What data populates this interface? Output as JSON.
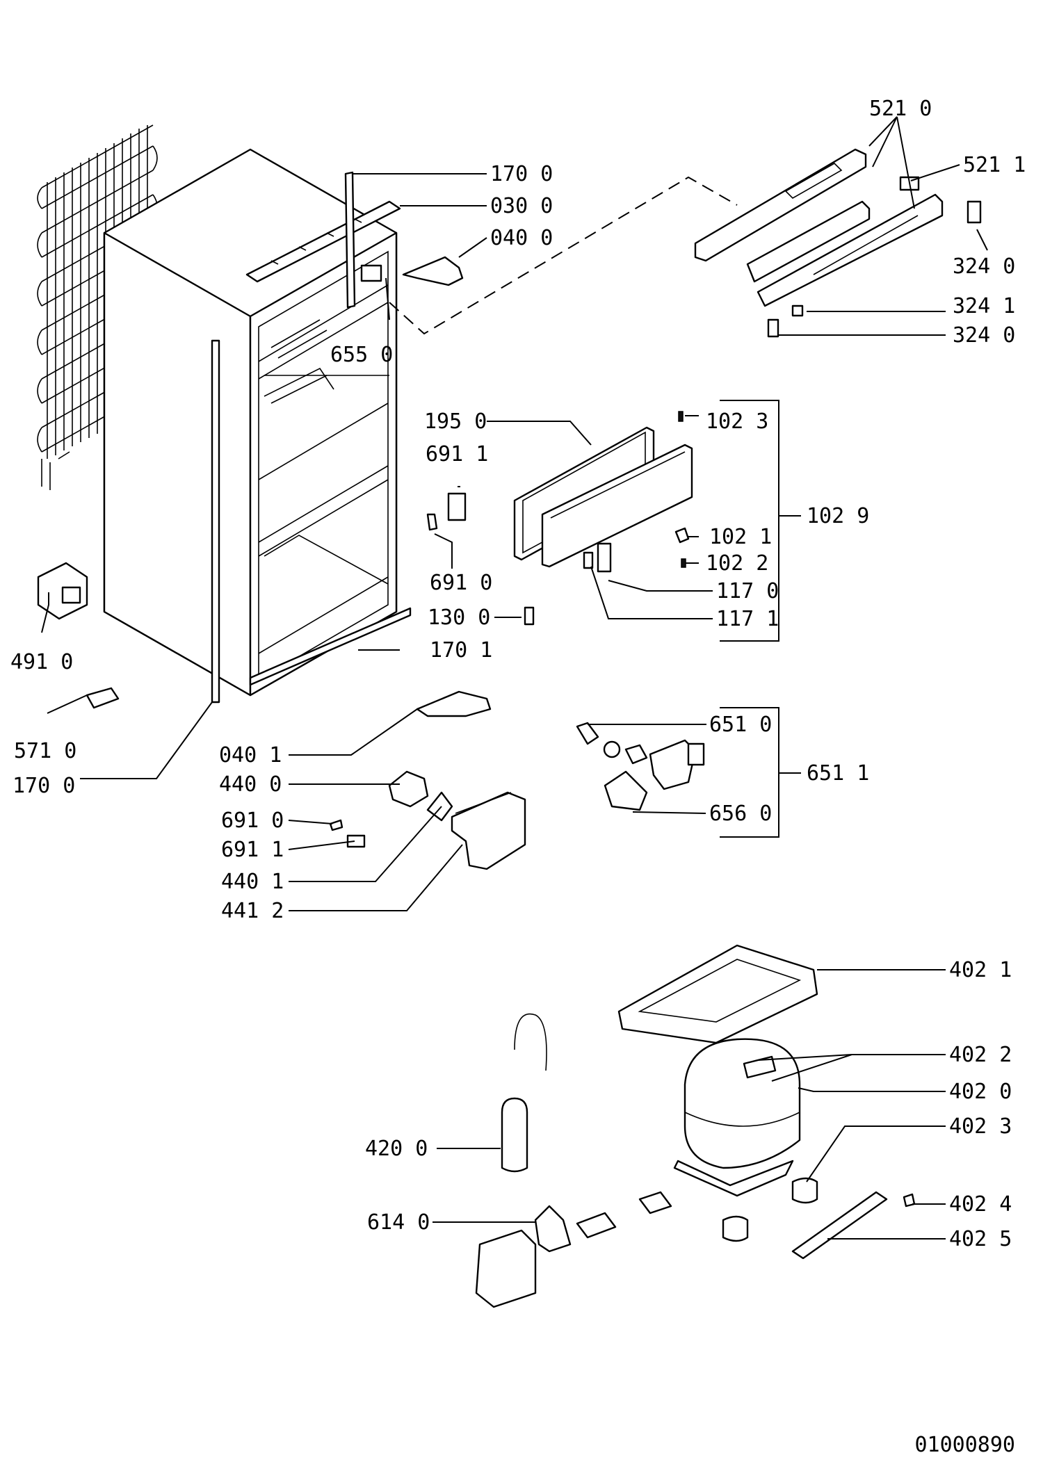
{
  "diagram": {
    "drawing_number": "01000890",
    "labels": [
      {
        "id": "l5210",
        "text": "521  0"
      },
      {
        "id": "l5211",
        "text": "521  1"
      },
      {
        "id": "l1700a",
        "text": "170  0"
      },
      {
        "id": "l0300",
        "text": "030  0"
      },
      {
        "id": "l0400",
        "text": "040  0"
      },
      {
        "id": "l3240a",
        "text": "324  0"
      },
      {
        "id": "l3241",
        "text": "324  1"
      },
      {
        "id": "l3240b",
        "text": "324  0"
      },
      {
        "id": "l6550",
        "text": "655  0"
      },
      {
        "id": "l1950",
        "text": "195  0"
      },
      {
        "id": "l1023",
        "text": "102  3"
      },
      {
        "id": "l6911a",
        "text": "691  1"
      },
      {
        "id": "l1029",
        "text": "102  9"
      },
      {
        "id": "l1021",
        "text": "102  1"
      },
      {
        "id": "l1022",
        "text": "102  2"
      },
      {
        "id": "l6910a",
        "text": "691  0"
      },
      {
        "id": "l1170",
        "text": "117  0"
      },
      {
        "id": "l1300",
        "text": "130  0"
      },
      {
        "id": "l1171",
        "text": "117  1"
      },
      {
        "id": "l4910",
        "text": "491  0"
      },
      {
        "id": "l1701",
        "text": "170  1"
      },
      {
        "id": "l5710",
        "text": "571  0"
      },
      {
        "id": "l1700b",
        "text": "170  0"
      },
      {
        "id": "l0401",
        "text": "040  1"
      },
      {
        "id": "l6510",
        "text": "651  0"
      },
      {
        "id": "l6511",
        "text": "651  1"
      },
      {
        "id": "l4400",
        "text": "440  0"
      },
      {
        "id": "l6560",
        "text": "656  0"
      },
      {
        "id": "l6910b",
        "text": "691  0"
      },
      {
        "id": "l6911b",
        "text": "691  1"
      },
      {
        "id": "l4401",
        "text": "440  1"
      },
      {
        "id": "l4412",
        "text": "441  2"
      },
      {
        "id": "l4021",
        "text": "402  1"
      },
      {
        "id": "l4022",
        "text": "402  2"
      },
      {
        "id": "l4020",
        "text": "402  0"
      },
      {
        "id": "l4203",
        "text": "402  3"
      },
      {
        "id": "l4200",
        "text": "420  0"
      },
      {
        "id": "l4024",
        "text": "402  4"
      },
      {
        "id": "l6140",
        "text": "614  0"
      },
      {
        "id": "l4025",
        "text": "402  5"
      }
    ]
  }
}
